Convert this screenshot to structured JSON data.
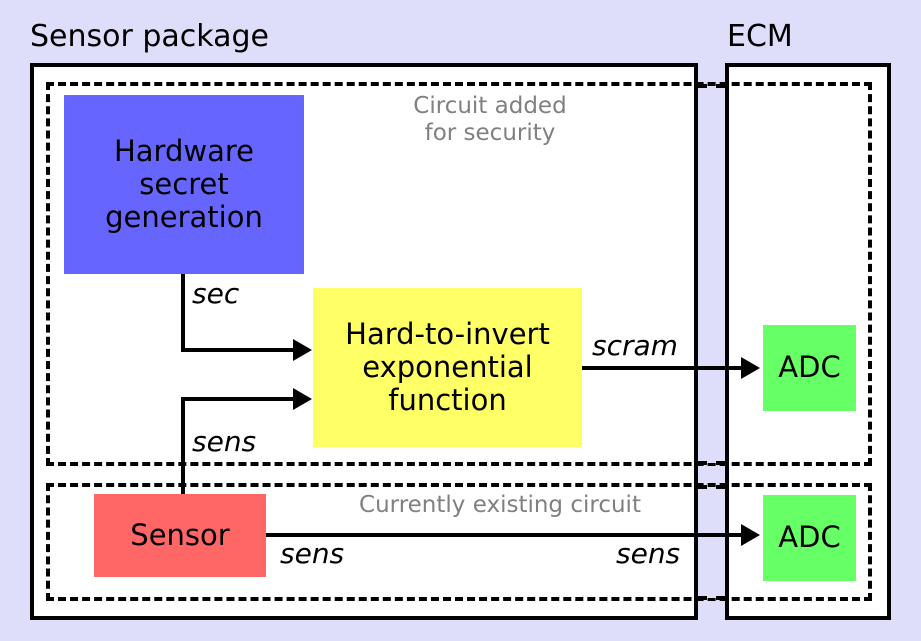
{
  "diagram": {
    "title_sensor_package": "Sensor package",
    "title_ecm": "ECM",
    "regions": {
      "security": "Circuit added\nfor security",
      "existing": "Currently existing circuit"
    },
    "blocks": {
      "hardware_secret": "Hardware\nsecret\ngeneration",
      "function": "Hard-to-invert\nexponential\nfunction",
      "sensor": "Sensor",
      "adc_top": "ADC",
      "adc_bottom": "ADC"
    },
    "signals": {
      "sec": "sec",
      "sens_to_fn": "sens",
      "scram": "scram",
      "sens_out_left": "sens",
      "sens_out_right": "sens"
    },
    "colors": {
      "background": "#dedefb",
      "hardware_secret": "#6666ff",
      "function": "#ffff66",
      "sensor": "#ff6666",
      "adc": "#66ff66",
      "note_text": "#808080",
      "stroke": "#000000",
      "panel": "#ffffff"
    }
  }
}
